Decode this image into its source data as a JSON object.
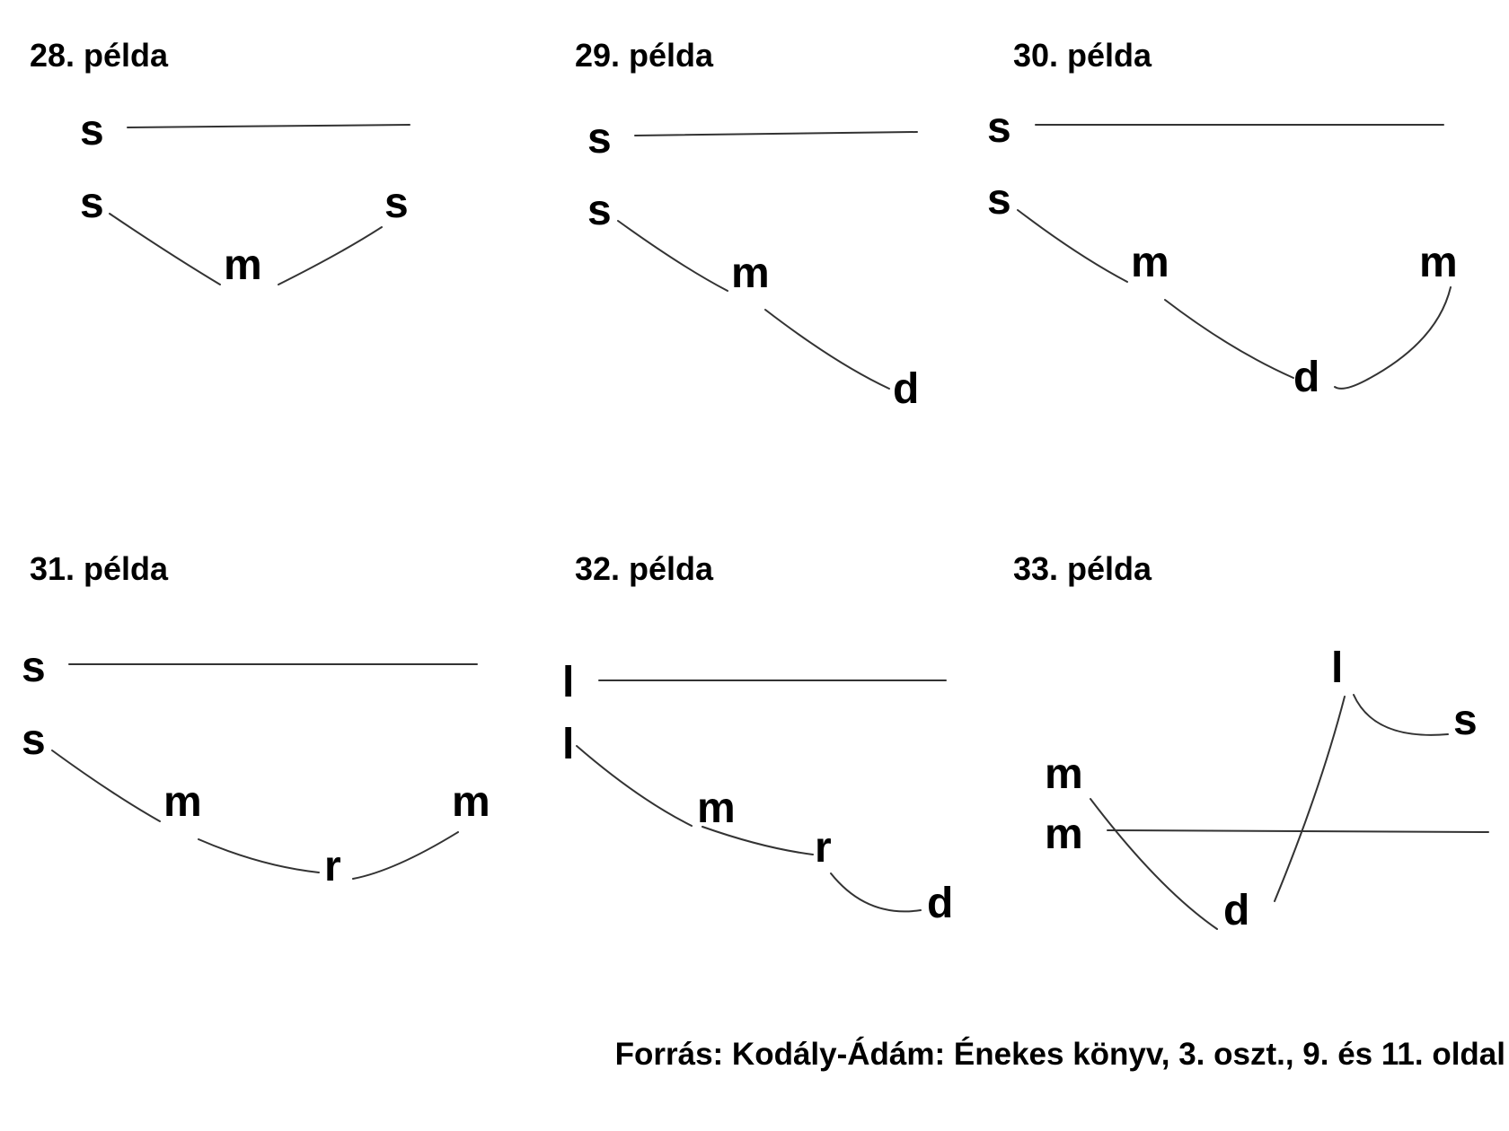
{
  "examples": [
    {
      "id": "28",
      "title": "28. példa",
      "syllables": {
        "s1": "s",
        "s2": "s",
        "m": "m",
        "s3": "s"
      }
    },
    {
      "id": "29",
      "title": "29. példa",
      "syllables": {
        "s1": "s",
        "s2": "s",
        "m": "m",
        "d": "d"
      }
    },
    {
      "id": "30",
      "title": "30. példa",
      "syllables": {
        "s1": "s",
        "s2": "s",
        "m1": "m",
        "m2": "m",
        "d": "d"
      }
    },
    {
      "id": "31",
      "title": "31. példa",
      "syllables": {
        "s1": "s",
        "s2": "s",
        "m1": "m",
        "m2": "m",
        "r": "r"
      }
    },
    {
      "id": "32",
      "title": "32. példa",
      "syllables": {
        "l1": "l",
        "l2": "l",
        "m": "m",
        "r": "r",
        "d": "d"
      }
    },
    {
      "id": "33",
      "title": "33. példa",
      "syllables": {
        "l": "l",
        "s": "s",
        "m1": "m",
        "m2": "m",
        "d": "d"
      }
    }
  ],
  "source": "Forrás: Kodály-Ádám: Énekes könyv, 3. oszt., 9. és 11. oldal",
  "colors": {
    "text": "#000000",
    "stroke": "#333333",
    "background": "#ffffff"
  }
}
